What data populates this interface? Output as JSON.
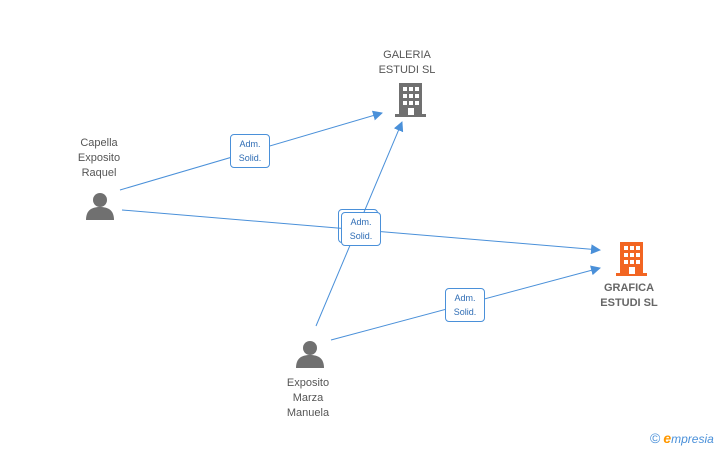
{
  "nodes": {
    "galeria": {
      "label": "GALERIA\nESTUDI SL",
      "icon": "building-icon",
      "color": "#707070"
    },
    "grafica": {
      "label": "GRAFICA\nESTUDI SL",
      "icon": "building-icon",
      "color": "#f26522"
    },
    "capella": {
      "label": "Capella\nExposito\nRaquel",
      "icon": "person-icon",
      "color": "#707070"
    },
    "marza": {
      "label": "Exposito\nMarza\nManuela",
      "icon": "person-icon",
      "color": "#707070"
    }
  },
  "edges": [
    {
      "from": "capella",
      "to": "galeria",
      "role_line1": "Adm.",
      "role_line2": "Solid."
    },
    {
      "from": "capella",
      "to": "grafica",
      "role_line1": "Adm.",
      "role_line2": "Solid."
    },
    {
      "from": "marza",
      "to": "galeria",
      "role_line1": "Adm.",
      "role_line2": "Solid."
    },
    {
      "from": "marza",
      "to": "grafica",
      "role_line1": "Adm.",
      "role_line2": "Solid."
    }
  ],
  "edge_color": "#4a90d9",
  "brand": {
    "copyright": "©",
    "initial": "e",
    "name": "mpresia"
  }
}
